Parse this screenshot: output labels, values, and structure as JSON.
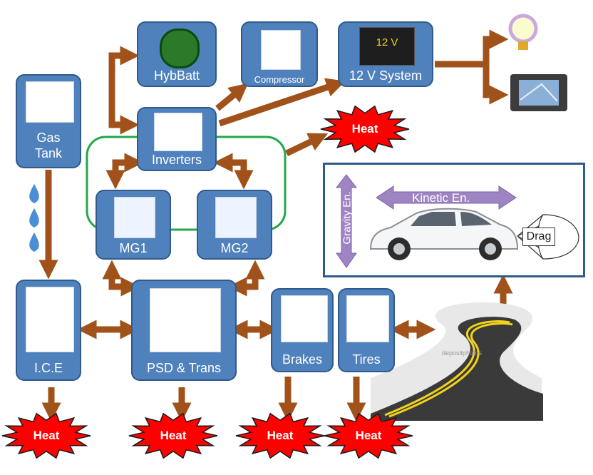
{
  "nodes": {
    "hybbatt": "HybBatt",
    "compressor": "Compressor",
    "system12v": "12 V System",
    "battery_text": "12 V",
    "gas_tank": "Gas\nTank",
    "inverters": "Inverters",
    "mg1": "MG1",
    "mg2": "MG2",
    "ice": "I.C.E",
    "psd": "PSD & Trans",
    "brakes": "Brakes",
    "tires": "Tires"
  },
  "heat_label": "Heat",
  "vehicle": {
    "kinetic": "Kinetic En.",
    "gravity": "Gravity En.",
    "drag": "Drag"
  },
  "watermark": "depositphotos",
  "colors": {
    "box": "#4f81bd",
    "arrow": "#a0521a",
    "loop": "#21a84a",
    "heat": "#ff0000",
    "energy_arrow": "#9f84c4"
  },
  "icons": [
    "battery-icon",
    "snowflake-icon",
    "car-battery-icon",
    "light-bulb-icon",
    "navigation-screen-icon",
    "circuit-icon",
    "motor-icon",
    "piston-icon",
    "gears-icon",
    "brake-disc-icon",
    "tire-icon",
    "droplet-icon",
    "road-icon",
    "car-icon"
  ]
}
